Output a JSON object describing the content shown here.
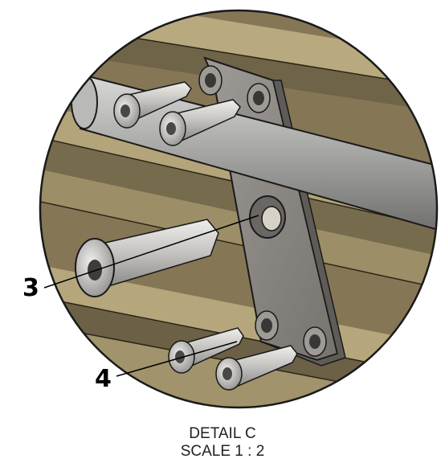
{
  "detail": {
    "title": "DETAIL C",
    "scale": "SCALE 1 : 2"
  },
  "callouts": [
    {
      "id": "3",
      "label": "3",
      "part": "washer plate bore"
    },
    {
      "id": "4",
      "label": "4",
      "part": "screw"
    }
  ],
  "colors": {
    "beam_tan": "#a8996f",
    "beam_dark": "#6f6448",
    "plate_gray": "#8c8884",
    "rod_gray": "#9a9a98",
    "screw_light": "#c9c6c2",
    "outline": "#1a1a1a"
  }
}
